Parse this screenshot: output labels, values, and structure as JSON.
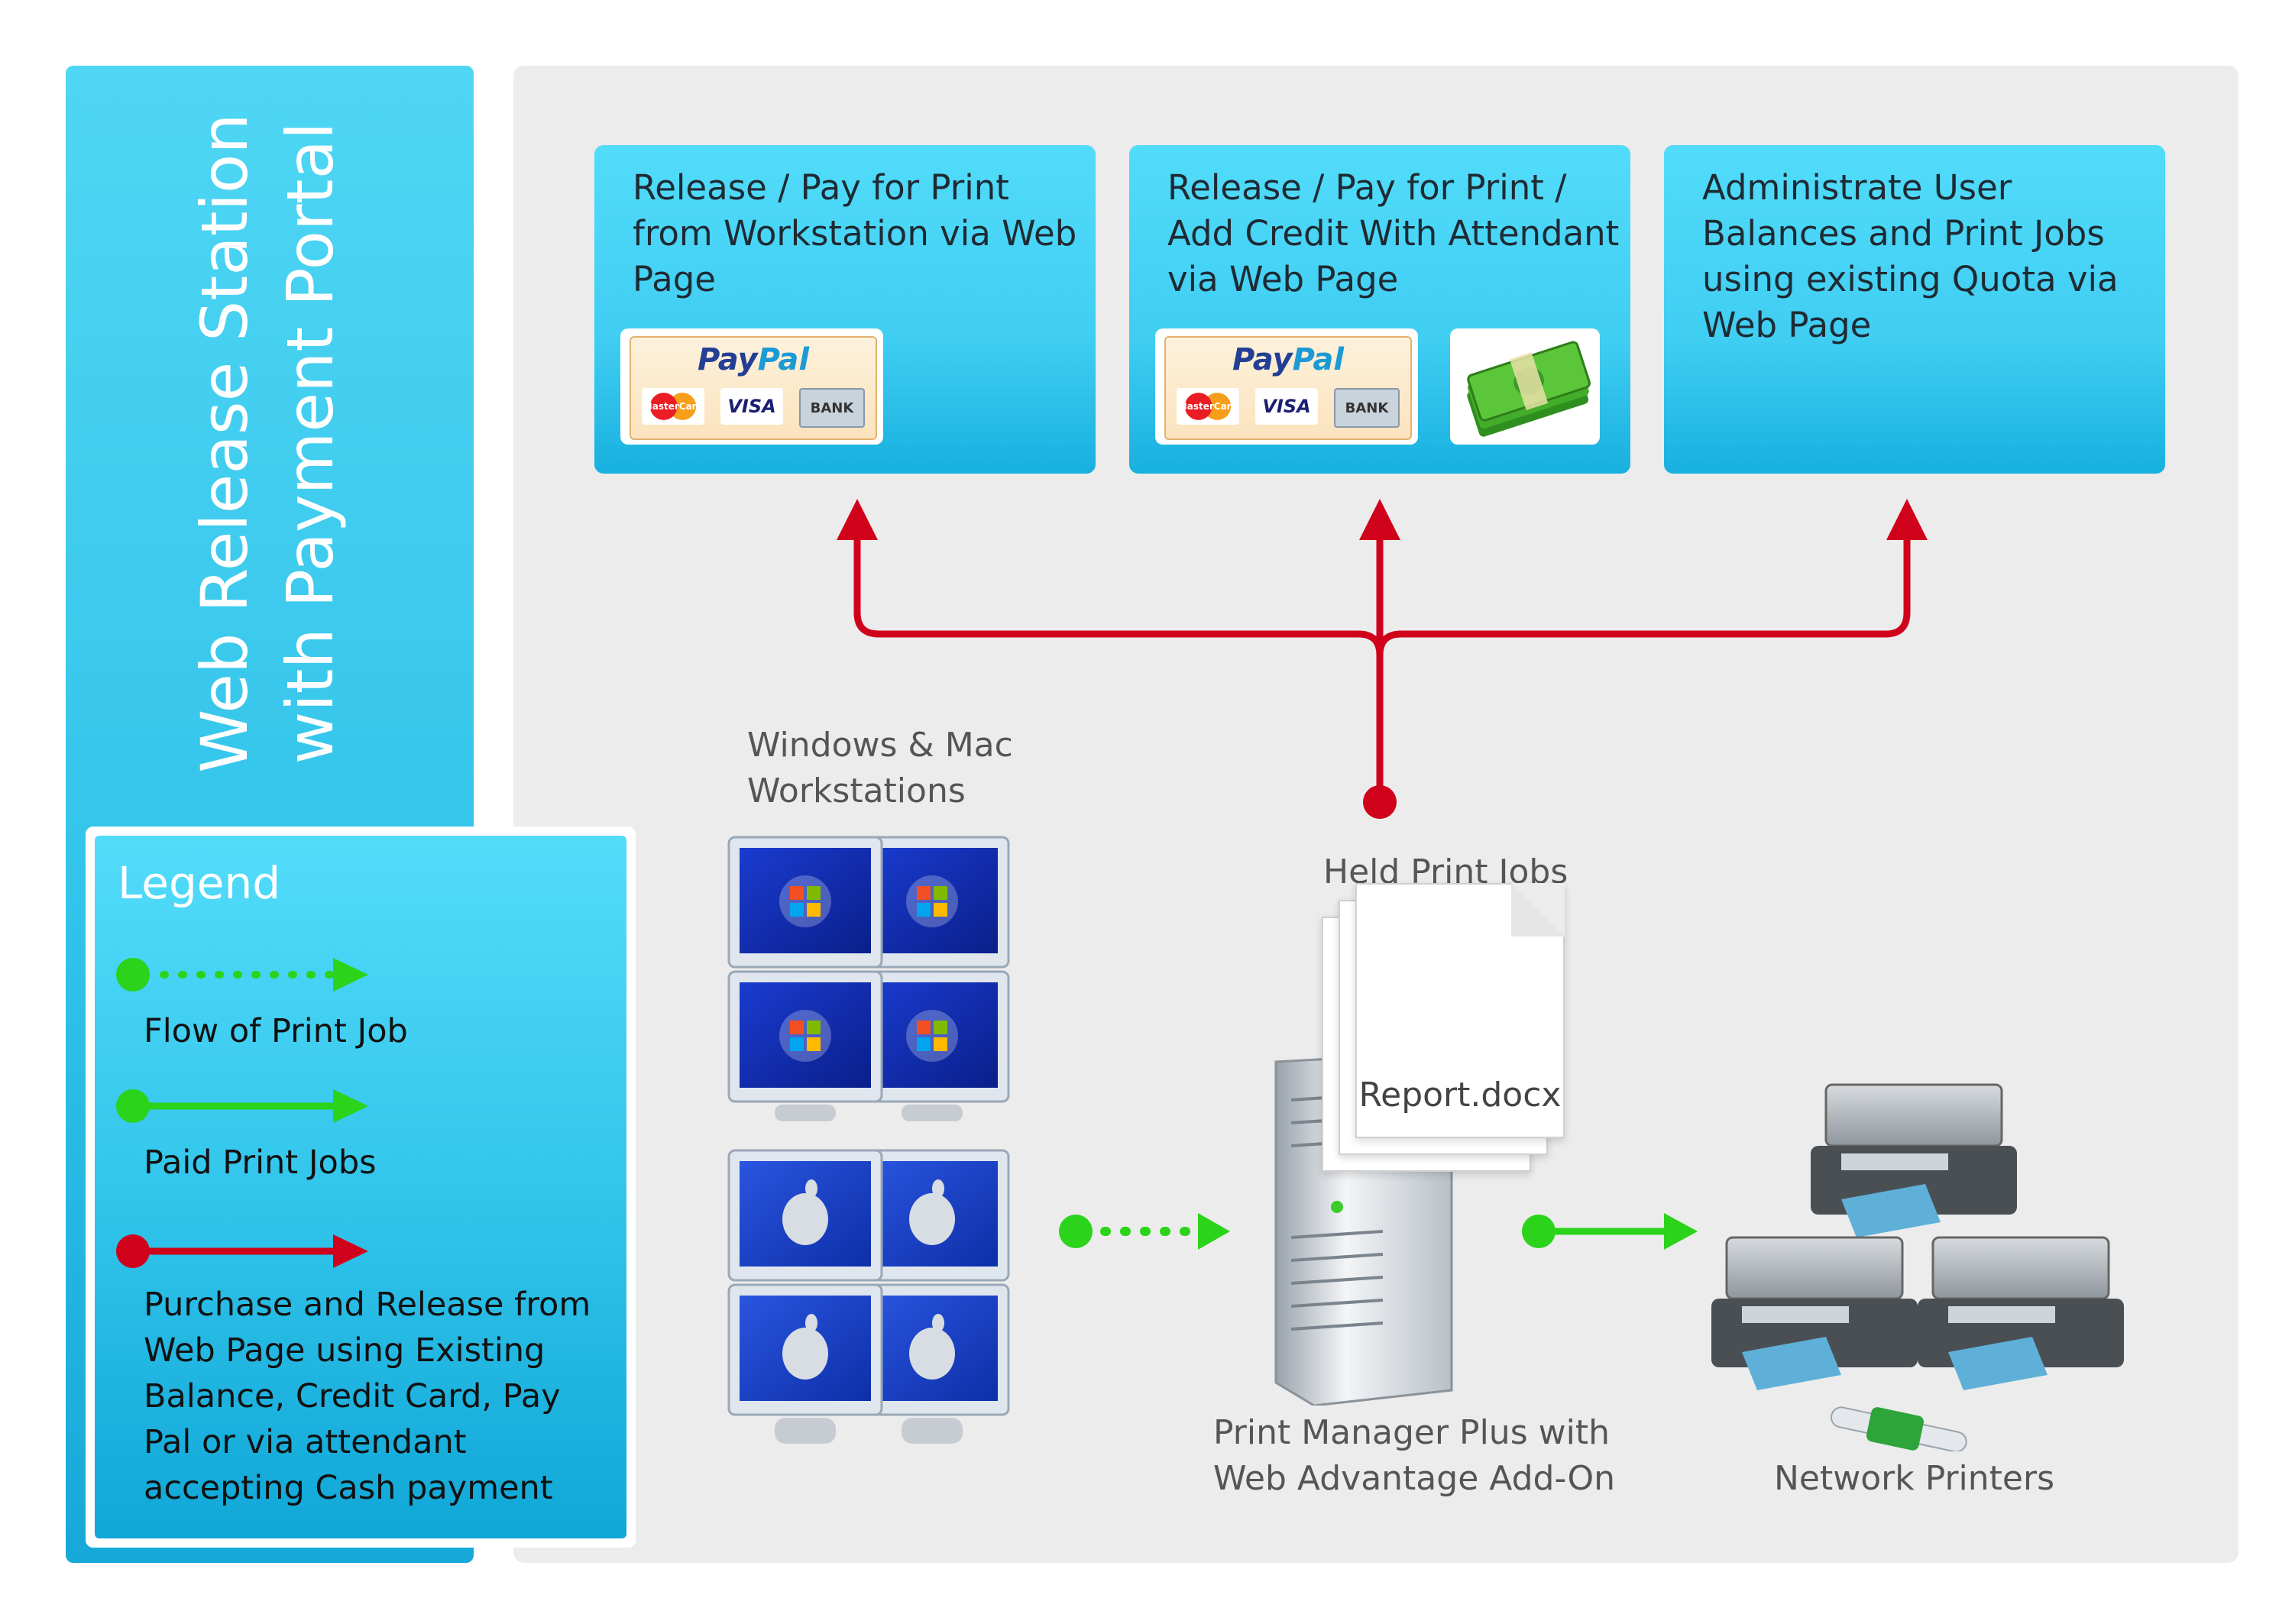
{
  "side_title": {
    "line1": "Web Release Station",
    "line2": "with Payment Portal"
  },
  "cards": [
    {
      "text": "Release / Pay for Print from Workstation via Web Page",
      "badges": [
        "paypal"
      ]
    },
    {
      "text": "Release / Pay for Print / Add Credit With Attendant via Web Page",
      "badges": [
        "paypal",
        "cash"
      ]
    },
    {
      "text": "Administrate User Balances and Print Jobs using existing Quota via Web Page",
      "badges": []
    }
  ],
  "paypal_badge": {
    "pay": "Pay",
    "pal": "Pal",
    "mastercard": "MasterCard",
    "visa": "VISA",
    "bank": "BANK"
  },
  "legend": {
    "title": "Legend",
    "items": [
      {
        "label": "Flow of Print Job",
        "style": "dotted",
        "color": "#2bd31a"
      },
      {
        "label": "Paid Print Jobs",
        "style": "solid",
        "color": "#2bd31a"
      },
      {
        "label": "Purchase and Release from Web Page using Existing Balance, Credit Card, Pay Pal or via attendant accepting Cash payment",
        "style": "solid",
        "color": "#d0021b"
      }
    ]
  },
  "workstations": {
    "label": "Windows & Mac Workstations",
    "windows_count": 4,
    "mac_count": 4
  },
  "held_jobs": {
    "label": "Held Print Jobs",
    "document": "Report.docx"
  },
  "server": {
    "label": "Print Manager Plus with Web Advantage Add-On"
  },
  "printers": {
    "label": "Network Printers",
    "count": 3
  },
  "colors": {
    "accent": "#3fcdf2",
    "flow_green": "#2bd31a",
    "release_red": "#d0021b",
    "panel_gray": "#ececec"
  },
  "icons": [
    "windows-monitor-icon",
    "mac-monitor-icon",
    "server-tower-icon",
    "document-icon",
    "printer-icon",
    "cash-icon",
    "network-connector-icon"
  ]
}
